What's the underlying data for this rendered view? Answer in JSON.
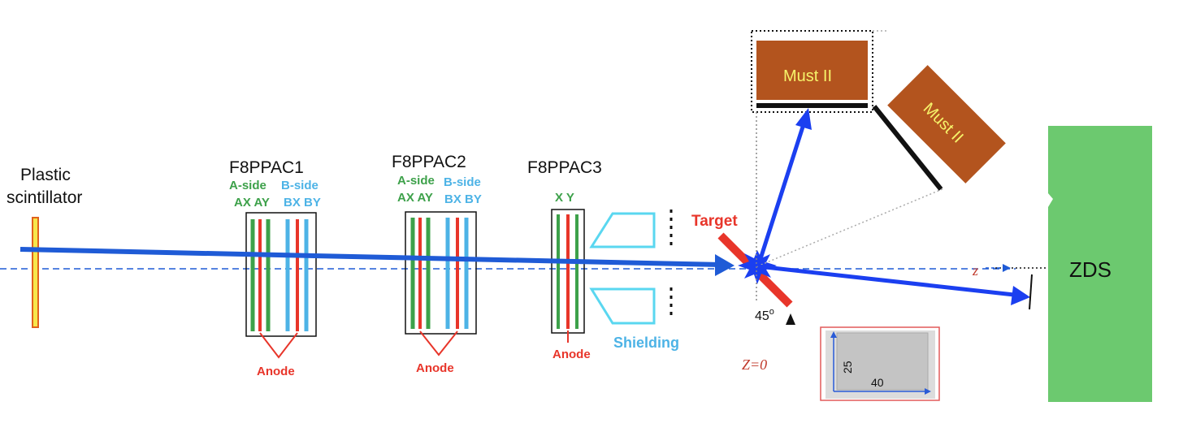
{
  "labels": {
    "plastic_line1": "Plastic",
    "plastic_line2": "scintillator",
    "ppac1": "F8PPAC1",
    "ppac2": "F8PPAC2",
    "ppac3": "F8PPAC3",
    "a_side": "A-side",
    "b_side": "B-side",
    "ax_ay": "AX AY",
    "bx_by": "BX BY",
    "xy": "X Y",
    "anode": "Anode",
    "shielding": "Shielding",
    "target": "Target",
    "angle": "45",
    "degree": "o",
    "z0": "Z=0",
    "z_axis": "z",
    "must_top": "Must II",
    "must_right": "Must II",
    "zds": "ZDS",
    "dim_25": "25",
    "dim_40": "40"
  },
  "colors": {
    "beam": "#1f5bd6",
    "green": "#3da14a",
    "red": "#e8352a",
    "cyan": "#4db3e6",
    "shield": "#5ad7f0",
    "must_fill": "#b3541e",
    "must_text": "#f6f36a",
    "zds_fill": "#6cc96f",
    "arrow_blue": "#1b3ff0",
    "scint_fill": "#f7e64a",
    "scint_edge": "#e0621c"
  },
  "icons": {
    "arrowhead": "arrowhead-icon",
    "starburst": "starburst-icon",
    "triangle": "triangle-marker-icon"
  }
}
